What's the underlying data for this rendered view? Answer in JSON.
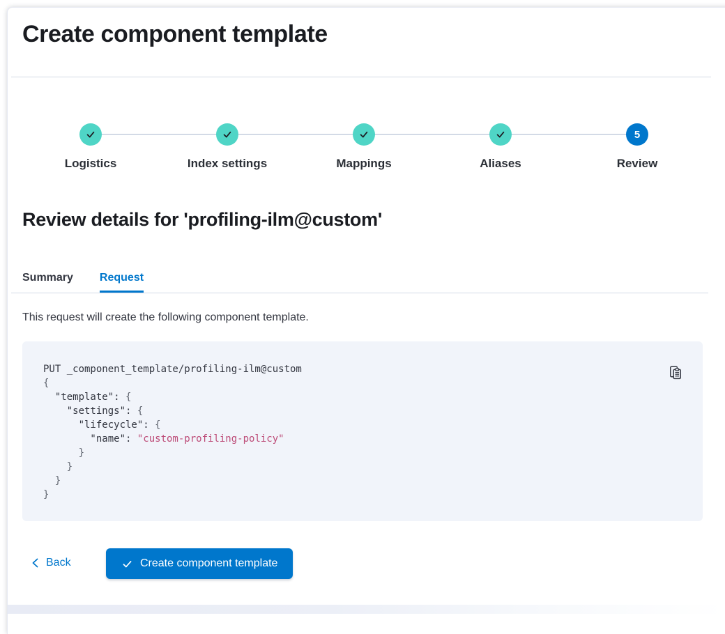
{
  "page": {
    "title": "Create component template",
    "review_heading": "Review details for 'profiling-ilm@custom'"
  },
  "stepper": {
    "steps": [
      {
        "label": "Logistics",
        "status": "complete",
        "icon": "check-icon"
      },
      {
        "label": "Index settings",
        "status": "complete",
        "icon": "check-icon"
      },
      {
        "label": "Mappings",
        "status": "complete",
        "icon": "check-icon"
      },
      {
        "label": "Aliases",
        "status": "complete",
        "icon": "check-icon"
      },
      {
        "label": "Review",
        "status": "current",
        "number": "5"
      }
    ]
  },
  "tabs": [
    {
      "label": "Summary",
      "active": false
    },
    {
      "label": "Request",
      "active": true
    }
  ],
  "request_panel": {
    "description": "This request will create the following component template.",
    "copy_icon": "copy-icon",
    "code_lines": [
      [
        {
          "c": "p",
          "t": "PUT _component_template/profiling-ilm@custom"
        }
      ],
      [
        {
          "c": "b",
          "t": "{"
        }
      ],
      [
        {
          "c": "p",
          "t": "  \"template\": "
        },
        {
          "c": "b",
          "t": "{"
        }
      ],
      [
        {
          "c": "p",
          "t": "    \"settings\": "
        },
        {
          "c": "b",
          "t": "{"
        }
      ],
      [
        {
          "c": "p",
          "t": "      \"lifecycle\": "
        },
        {
          "c": "b",
          "t": "{"
        }
      ],
      [
        {
          "c": "p",
          "t": "        \"name\": "
        },
        {
          "c": "s",
          "t": "\"custom-profiling-policy\""
        }
      ],
      [
        {
          "c": "b",
          "t": "      }"
        }
      ],
      [
        {
          "c": "b",
          "t": "    }"
        }
      ],
      [
        {
          "c": "b",
          "t": "  }"
        }
      ],
      [
        {
          "c": "b",
          "t": "}"
        }
      ]
    ]
  },
  "footer": {
    "back_label": "Back",
    "back_icon": "chevron-left-icon",
    "create_button_label": "Create component template",
    "create_button_icon": "check-icon"
  },
  "colors": {
    "primary": "#0077CC",
    "success_teal": "#4FD5C6",
    "text": "#343741",
    "heading": "#1A1C21",
    "divider": "#D3DAE6",
    "code_bg": "#F1F4FA",
    "code_string": "#BD4C78"
  }
}
